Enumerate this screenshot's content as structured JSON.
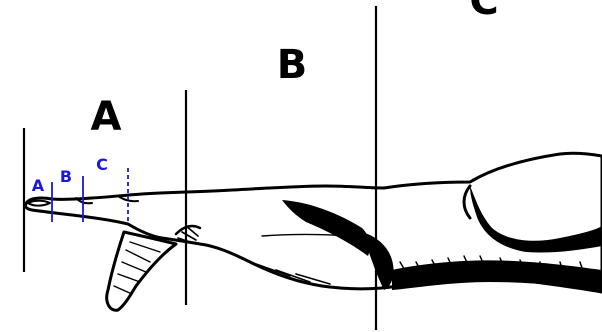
{
  "labels": {
    "section_a": "A",
    "section_b": "B",
    "section_c": "C",
    "sub_a": "A",
    "sub_b": "B",
    "sub_c": "C"
  },
  "colors": {
    "ink": "#000000",
    "annotation": "#1a1ad6",
    "background": "#ffffff"
  }
}
